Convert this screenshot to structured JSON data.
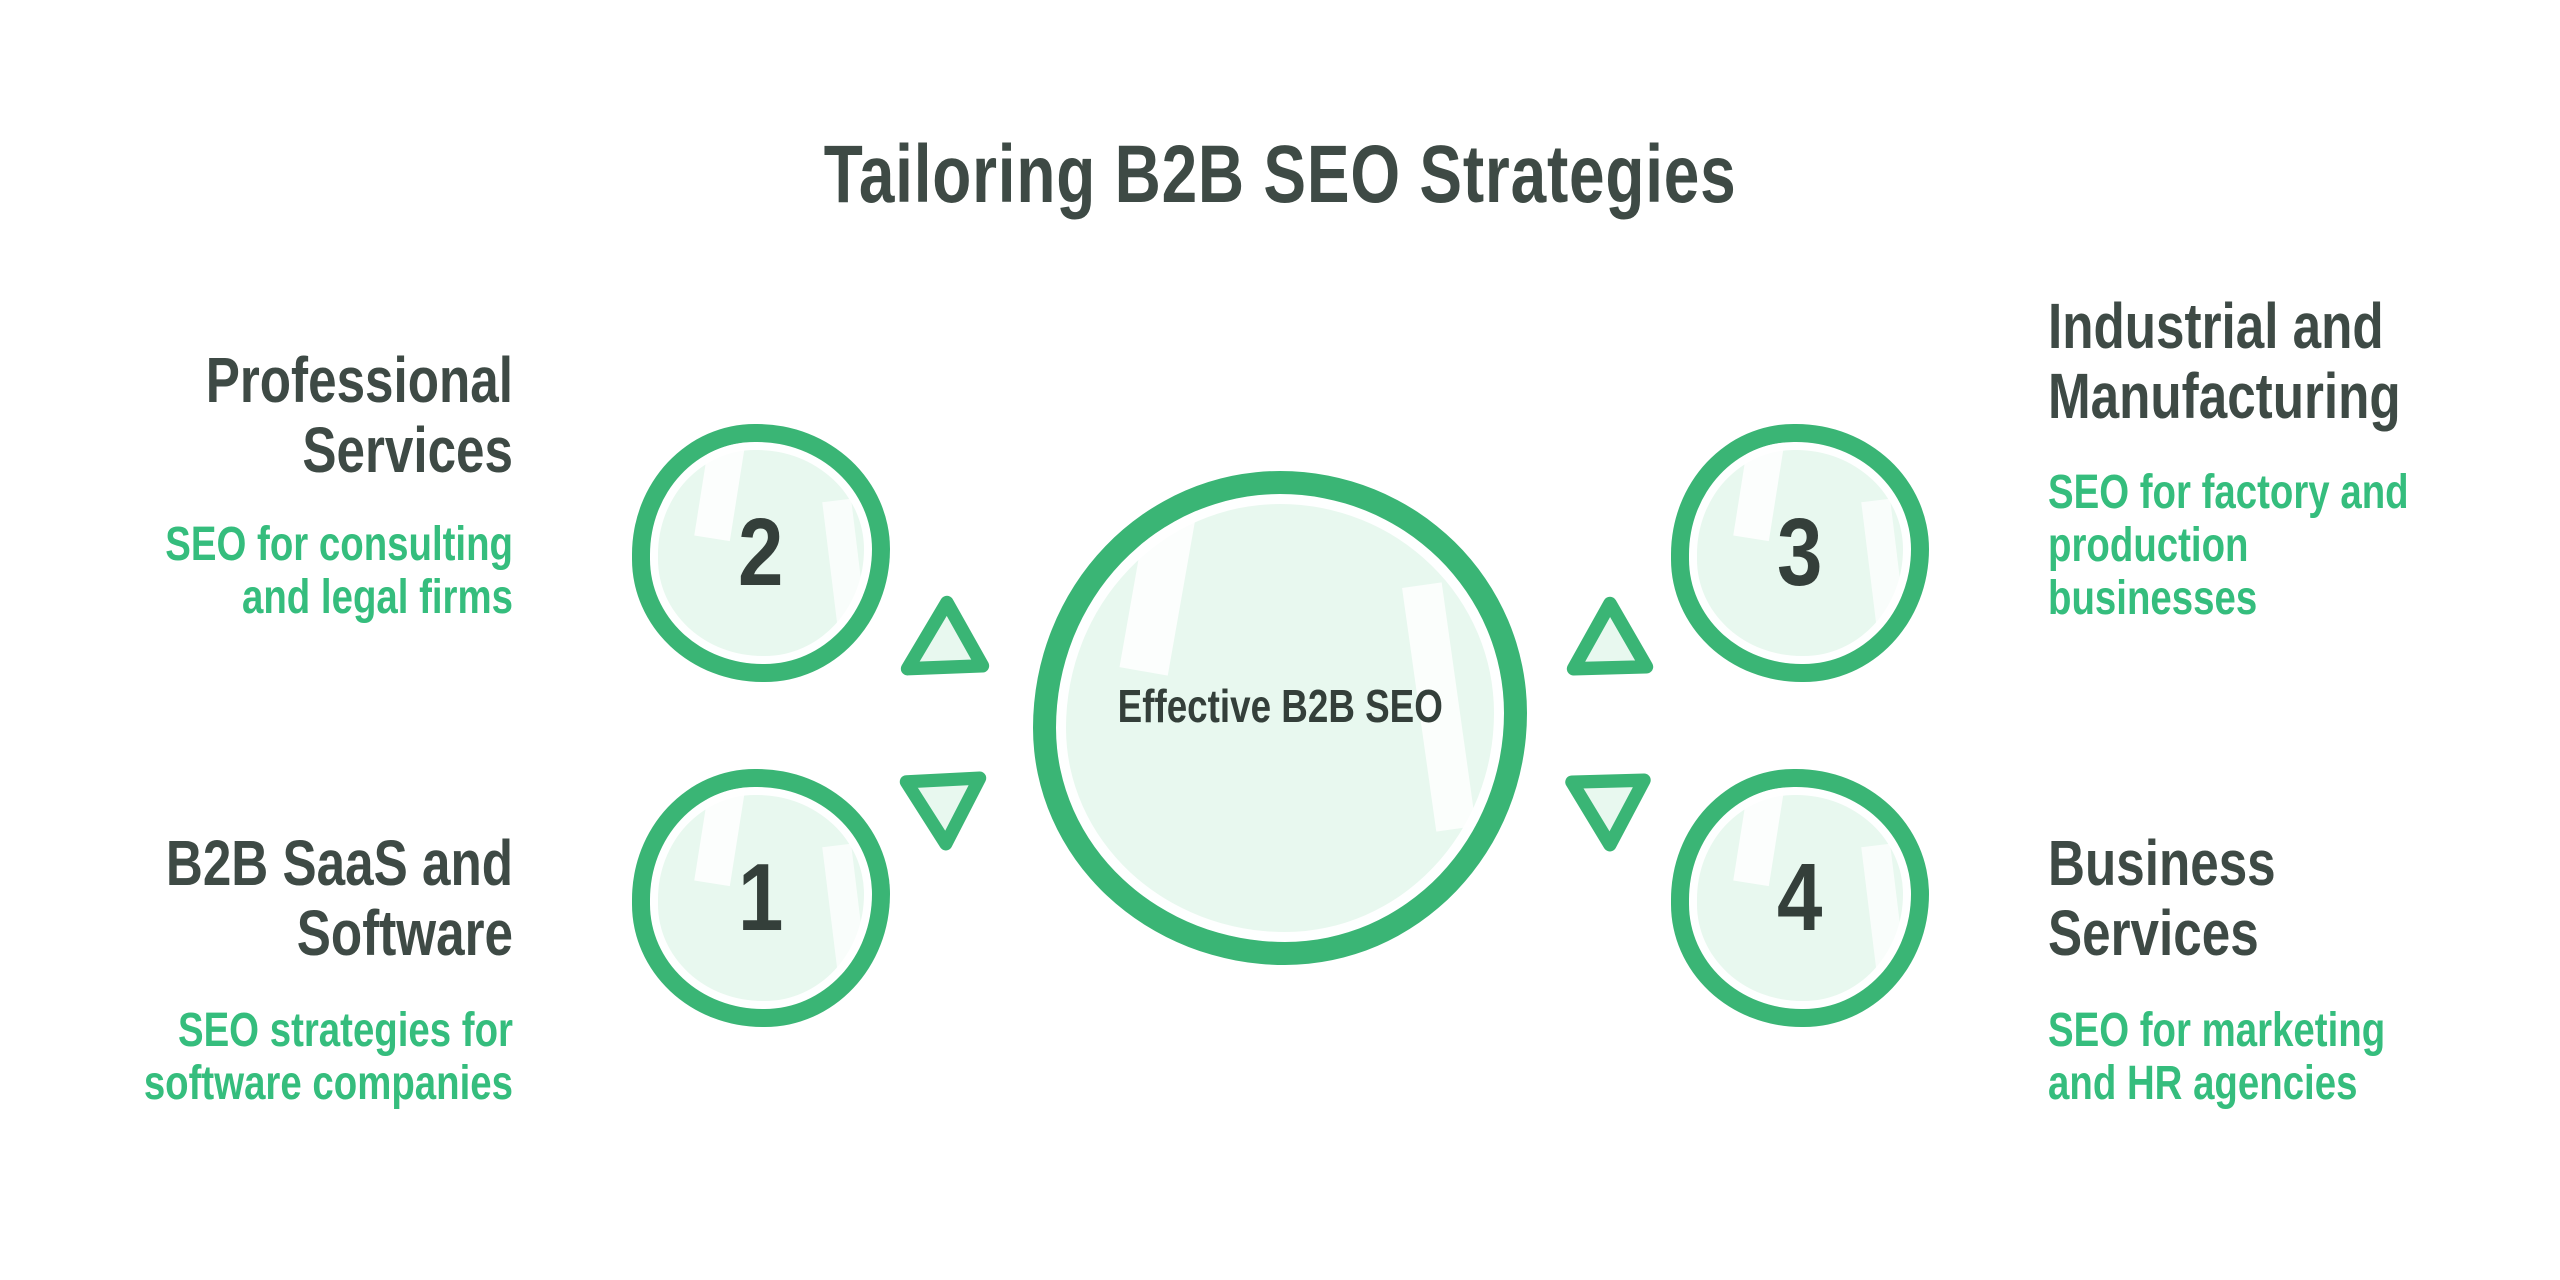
{
  "title": "Tailoring B2B SEO Strategies",
  "center_node": {
    "label": "Effective B2B SEO"
  },
  "nodes": [
    {
      "number": "2",
      "position": "top-left",
      "heading": "Professional\nServices",
      "description": "SEO for consulting\nand legal firms"
    },
    {
      "number": "1",
      "position": "bottom-left",
      "heading": "B2B SaaS and\nSoftware",
      "description": "SEO strategies for\nsoftware companies"
    },
    {
      "number": "3",
      "position": "top-right",
      "heading": "Industrial and\nManufacturing",
      "description": "SEO for factory and\nproduction\nbusinesses"
    },
    {
      "number": "4",
      "position": "bottom-right",
      "heading": "Business\nServices",
      "description": "SEO for marketing\nand HR agencies"
    }
  ],
  "connectors": [
    {
      "side": "left",
      "icons": [
        "triangle-up",
        "triangle-down"
      ]
    },
    {
      "side": "right",
      "icons": [
        "triangle-up",
        "triangle-down"
      ]
    }
  ],
  "colors": {
    "accent_green": "#3ab575",
    "fill_mint": "#e8f8ef",
    "text_green": "#35bd7d",
    "text_dark": "#3e4a45",
    "background": "#ffffff"
  }
}
